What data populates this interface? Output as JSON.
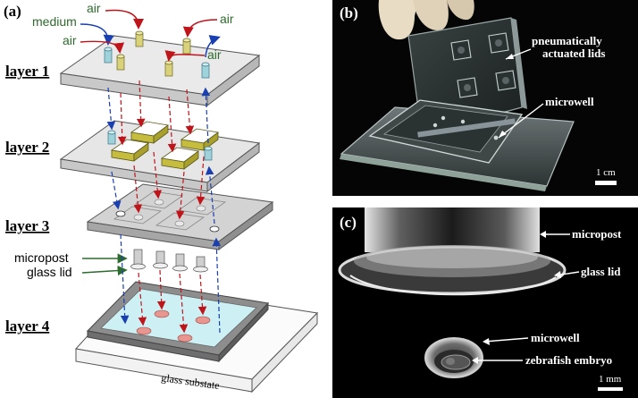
{
  "panel_a": {
    "letter": "(a)",
    "layers": [
      "layer 1",
      "layer 2",
      "layer 3",
      "layer 4"
    ],
    "inlet_labels": {
      "medium": "medium",
      "air1": "air",
      "air2": "air",
      "air3": "air",
      "air4": "air"
    },
    "micropost": "micropost",
    "glass_lid": "glass lid",
    "substrate": "glass substate"
  },
  "panel_b": {
    "letter": "(b)",
    "label1_line1": "pneumatically",
    "label1_line2": "actuated lids",
    "label2": "microwell",
    "scale": "1 cm"
  },
  "panel_c": {
    "letter": "(c)",
    "micropost": "micropost",
    "glass_lid": "glass lid",
    "microwell": "microwell",
    "embryo": "zebrafish embryo",
    "scale": "1 mm"
  },
  "colors": {
    "air_arrow": "#c0141b",
    "medium_arrow": "#1a3fb0",
    "inlet_yellow": "#d9d27a",
    "inlet_teal": "#9fd3dc",
    "well_pink": "#e8968f"
  }
}
